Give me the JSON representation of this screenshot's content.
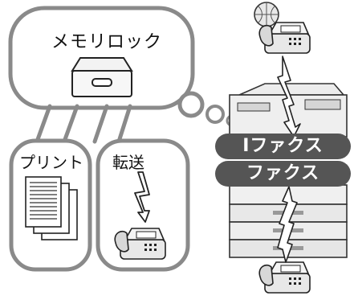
{
  "memory_lock": {
    "label": "メモリロック"
  },
  "print": {
    "label": "プリント"
  },
  "forward": {
    "label": "転送"
  },
  "ifax": {
    "label": "Iファクス"
  },
  "fax": {
    "label": "ファクス"
  },
  "colors": {
    "pill_bg": "#555555",
    "pill_text": "#ffffff",
    "outline": "#888888"
  }
}
